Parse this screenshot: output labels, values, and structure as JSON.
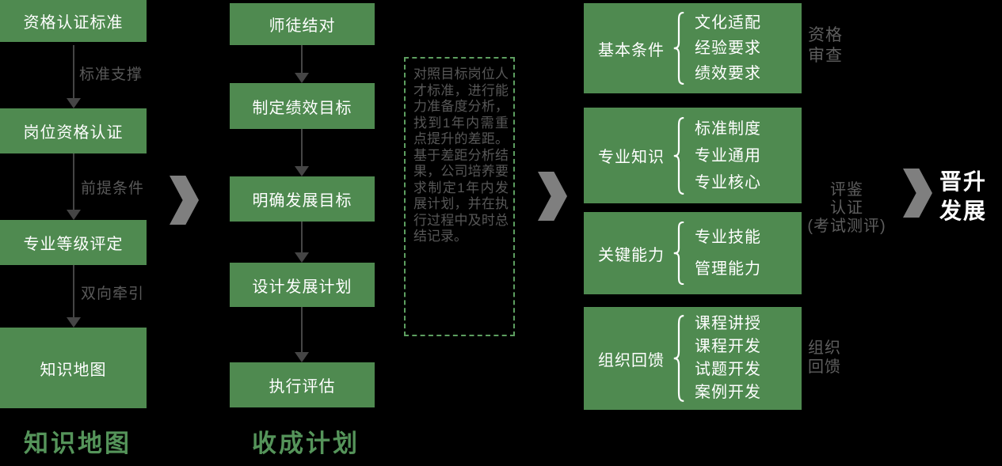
{
  "colors": {
    "background": "#000000",
    "box_green": "#4f8a50",
    "title_green": "#55945a",
    "dashed_border_green": "#5d9f60",
    "connector_gray": "#454545",
    "label_gray": "#595959",
    "chevron_gray": "#7f7f7f",
    "box_text_white": "#ffffff"
  },
  "left_column": {
    "boxes": [
      "资格认证标准",
      "岗位资格认证",
      "专业等级评定",
      "知识地图"
    ],
    "arrow_labels": [
      "标准支撑",
      "前提条件",
      "双向牵引"
    ],
    "footer_title": "知识地图"
  },
  "middle_column": {
    "boxes": [
      "师徒结对",
      "制定绩效目标",
      "明确发展目标",
      "设计发展计划",
      "执行评估"
    ],
    "footer_title": "收成计划"
  },
  "note": {
    "text": "对照目标岗位人才标准，进行能力准备度分析，找到1年内需重点提升的差距。基于差距分析结果，公司培养要求制定1年内发展计划，并在执行过程中及时总结记录。"
  },
  "right_column": {
    "groups": [
      {
        "label": "基本条件",
        "items": [
          "文化适配",
          "经验要求",
          "绩效要求"
        ]
      },
      {
        "label": "专业知识",
        "items": [
          "标准制度",
          "专业通用",
          "专业核心"
        ]
      },
      {
        "label": "关键能力",
        "items": [
          "专业技能",
          "管理能力"
        ]
      },
      {
        "label": "组织回馈",
        "items": [
          "课程讲授",
          "课程开发",
          "试题开发",
          "案例开发"
        ]
      }
    ],
    "side_labels": {
      "qualification_review": [
        "资格",
        "审查"
      ],
      "assessment": [
        "评鉴",
        "认证",
        "(考试测评)"
      ],
      "organization_feedback": [
        "组织",
        "回馈"
      ]
    }
  },
  "outcome": {
    "lines": [
      "晋升",
      "发展"
    ]
  }
}
